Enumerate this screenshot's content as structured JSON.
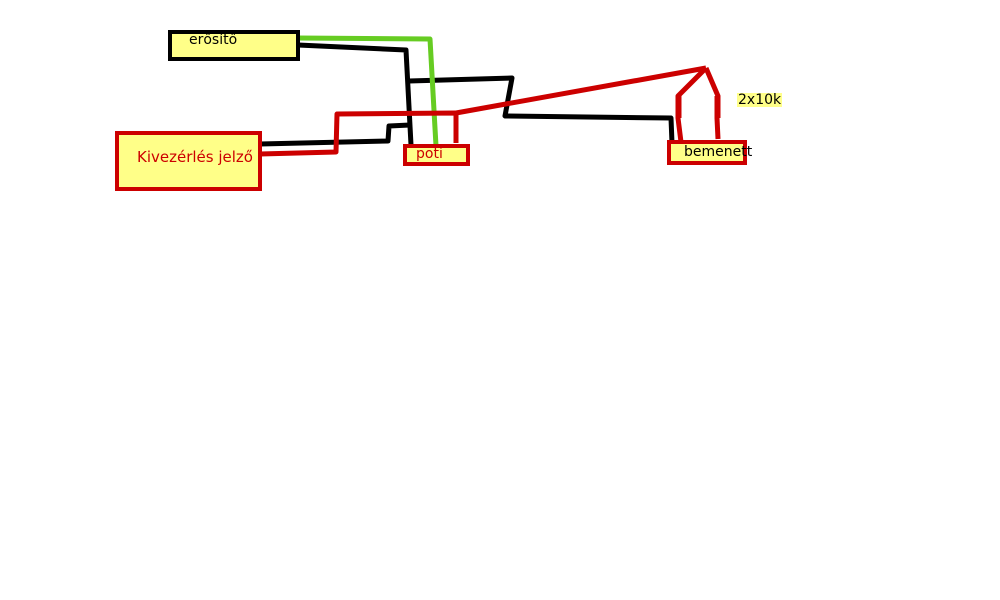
{
  "colors": {
    "box_fill": "#ffff88",
    "wire_black": "#000000",
    "wire_red": "#cc0000",
    "wire_green": "#66cc22",
    "label_red": "#cc0000",
    "label_black": "#000000"
  },
  "components": {
    "amplifier": "erősítő",
    "level_indicator": "Kivezérlés jelző",
    "potentiometer": "poti",
    "input": "bemenett",
    "resistors": "2x10k"
  }
}
